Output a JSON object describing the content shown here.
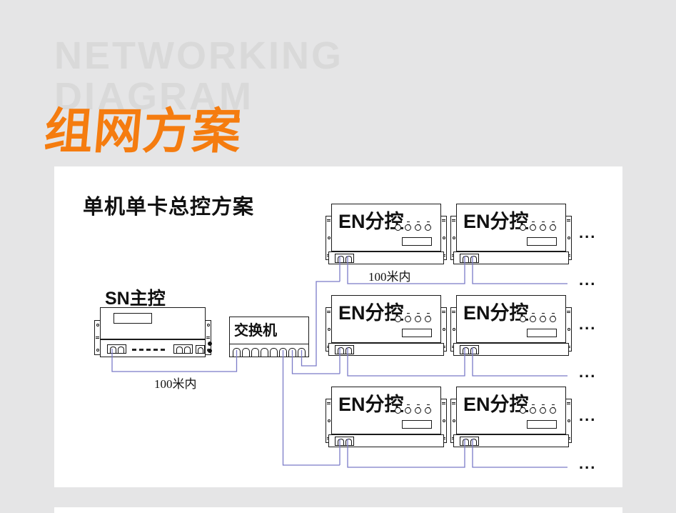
{
  "page": {
    "watermark": {
      "line1": "NETWORKING",
      "line2": "DIAGRAM"
    },
    "title": "组网方案"
  },
  "colors": {
    "accent_orange": "#f57c0f",
    "wire_blue": "#7b7bc8",
    "background_gray": "#e5e5e6",
    "panel_white": "#ffffff",
    "watermark_gray": "#d9d9d9"
  },
  "diagram": {
    "heading": "单机单卡总控方案",
    "master": {
      "label": "SN主控",
      "distance_label": "100米内"
    },
    "switch": {
      "label": "交换机"
    },
    "rows": [
      {
        "devices": [
          {
            "label": "EN分控"
          },
          {
            "label": "EN分控"
          }
        ],
        "distance_label": "100米内",
        "device_ellipsis": "...",
        "wire_ellipsis": "..."
      },
      {
        "devices": [
          {
            "label": "EN分控"
          },
          {
            "label": "EN分控"
          }
        ],
        "device_ellipsis": "...",
        "wire_ellipsis": "..."
      },
      {
        "devices": [
          {
            "label": "EN分控"
          },
          {
            "label": "EN分控"
          }
        ],
        "device_ellipsis": "...",
        "wire_ellipsis": "..."
      }
    ]
  }
}
